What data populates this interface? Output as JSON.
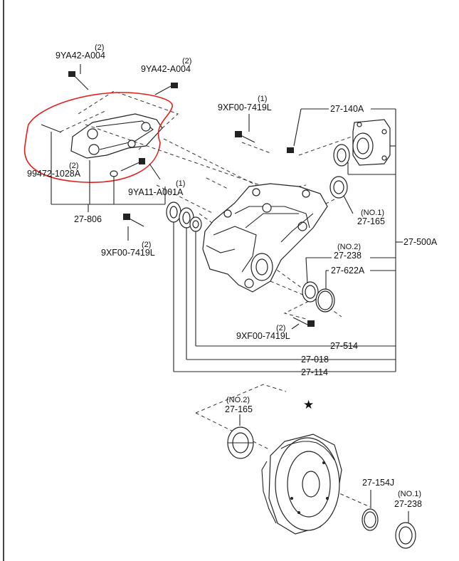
{
  "annotation": {
    "color": "#e4201b"
  },
  "labels": {
    "bolt_9ya42_1": {
      "part": "9YA42-A004",
      "qty": "(2)"
    },
    "bolt_9ya42_2": {
      "part": "9YA42-A004",
      "qty": "(2)"
    },
    "bolt_99472": {
      "part": "99472-1028A",
      "qty": "(2)"
    },
    "bolt_9ya11": {
      "part": "9YA11-A001A",
      "qty": "(1)"
    },
    "bracket": {
      "part": "27-806"
    },
    "bolt_9xf00_top": {
      "part": "9XF00-7419L",
      "qty": "(1)"
    },
    "bolt_9xf00_left": {
      "part": "9XF00-7419L",
      "qty": "(2)"
    },
    "bolt_9xf00_bottom": {
      "part": "9XF00-7419L",
      "qty": "(2)"
    },
    "flange": {
      "part": "27-140A"
    },
    "bearing_no1_top": {
      "part": "27-165",
      "note": "(NO.1)"
    },
    "case": {
      "part": "27-500A"
    },
    "shim_no2": {
      "part": "27-238",
      "note": "(NO.2)"
    },
    "oring": {
      "part": "27-622A"
    },
    "seal": {
      "part": "27-514"
    },
    "seal2": {
      "part": "27-018"
    },
    "seal3": {
      "part": "27-114"
    },
    "bearing_no2": {
      "part": "27-165",
      "note": "(NO.2)"
    },
    "star": {
      "mark": "★"
    },
    "shim_154": {
      "part": "27-154J"
    },
    "shim_no1": {
      "part": "27-238",
      "note": "(NO.1)"
    }
  }
}
